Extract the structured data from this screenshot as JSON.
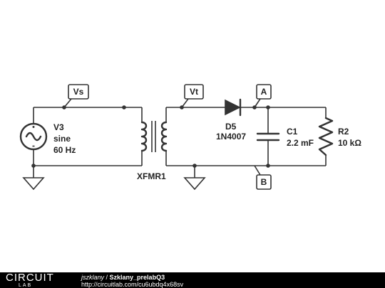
{
  "components": {
    "source": {
      "name": "V3",
      "type": "sine",
      "freq": "60 Hz"
    },
    "transformer": {
      "name": "XFMR1"
    },
    "diode": {
      "name": "D5",
      "part": "1N4007"
    },
    "capacitor": {
      "name": "C1",
      "value": "2.2 mF"
    },
    "resistor": {
      "name": "R2",
      "value": "10 kΩ"
    }
  },
  "probes": {
    "vs": "Vs",
    "vt": "Vt",
    "a": "A",
    "b": "B"
  },
  "footer": {
    "logo_main": "CIRCUIT",
    "logo_sub": "LAB",
    "author": "jszklany",
    "separator": " / ",
    "title": "Szklany_prelabQ3",
    "url": "http://circuitlab.com/cu6ubdq4x68sv"
  }
}
